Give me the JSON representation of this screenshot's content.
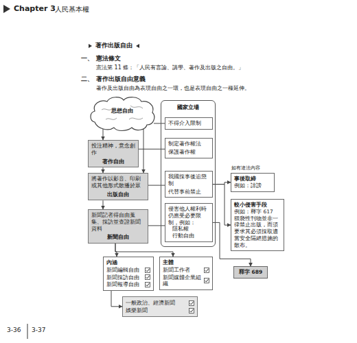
{
  "diagram": {
    "title": "著作出版自由",
    "nodes": [
      {
        "text": [
          "思想自由"
        ]
      },
      {
        "text": [
          "投注精神，意念創作",
          "著作自由"
        ]
      },
      {
        "text": [
          "國家立場"
        ]
      },
      {
        "text": [
          "不得介入限制"
        ],
        "in": 2
      },
      {
        "text": [
          "制定著作權法",
          "保護著作權"
        ],
        "in": 2
      },
      {
        "text": [
          "將著作以影音、印刷或其他形式散播於眾",
          "出版自由"
        ]
      },
      {
        "text": [
          "我國採事後追懲制",
          "代替事前禁止"
        ],
        "in": 2
      },
      {
        "text": [
          "事後取締",
          "例如：誹謗"
        ]
      },
      {
        "text": [
          "較小侵害手段",
          "例如：釋字 617",
          "猥褻性刊物並非一律禁止出版，而須要求其必須採取適當安全隔絕措施的散布。"
        ]
      },
      {
        "text": [
          "新聞記者得自由蒐集、採訪並查證新聞資料",
          "新聞自由"
        ]
      },
      {
        "text": [
          "侵害他人權利時仍應受必要限制，例如：",
          "隱私權",
          "行動自由"
        ],
        "in": 2
      },
      {
        "text": [
          "內涵",
          "新聞編輯自由",
          "新聞採訪自由",
          "新聞報導自由"
        ]
      },
      {
        "text": [
          "主體",
          "新聞工作者",
          "新聞媒體企業組織"
        ]
      },
      {
        "text": [
          "一般政治、經濟新聞",
          "娛樂新聞"
        ]
      },
      {
        "text": [
          "釋字 689"
        ]
      }
    ],
    "edges": [
      {
        "from": 0,
        "to": 1,
        "arrow": "to"
      },
      {
        "from": 0,
        "to": 5,
        "arrow": "to"
      },
      {
        "from": 0,
        "to": 3,
        "arrow": "none"
      },
      {
        "from": 1,
        "to": 5,
        "arrow": "to"
      },
      {
        "from": 1,
        "to": 4,
        "arrow": "none"
      },
      {
        "from": 5,
        "to": 9,
        "arrow": "to"
      },
      {
        "from": 5,
        "to": 6,
        "arrow": "none"
      },
      {
        "from": 9,
        "to": 10,
        "arrow": "none"
      },
      {
        "from": 6,
        "to": 7,
        "arrow": "to",
        "label": "如有違法內容"
      },
      {
        "from": 6,
        "to": 8,
        "arrow": "to"
      },
      {
        "from": 9,
        "to": 11,
        "arrow": "to"
      },
      {
        "from": 9,
        "to": 12,
        "arrow": "to"
      },
      {
        "from": 11,
        "to": 13,
        "arrow": "to"
      },
      {
        "from": 10,
        "to": 14,
        "arrow": "to"
      }
    ],
    "labels": [
      "Chapter 3",
      "人民基本權",
      "一、",
      "憲法條文",
      "憲法第 11 條：「人民有言論、講學、著作及出版之自由。」",
      "二、",
      "著作出版自由意義",
      "著作及出版自由為表現自由之一環，也是表現自由之一種延伸。",
      "3-36",
      "3-37"
    ]
  }
}
